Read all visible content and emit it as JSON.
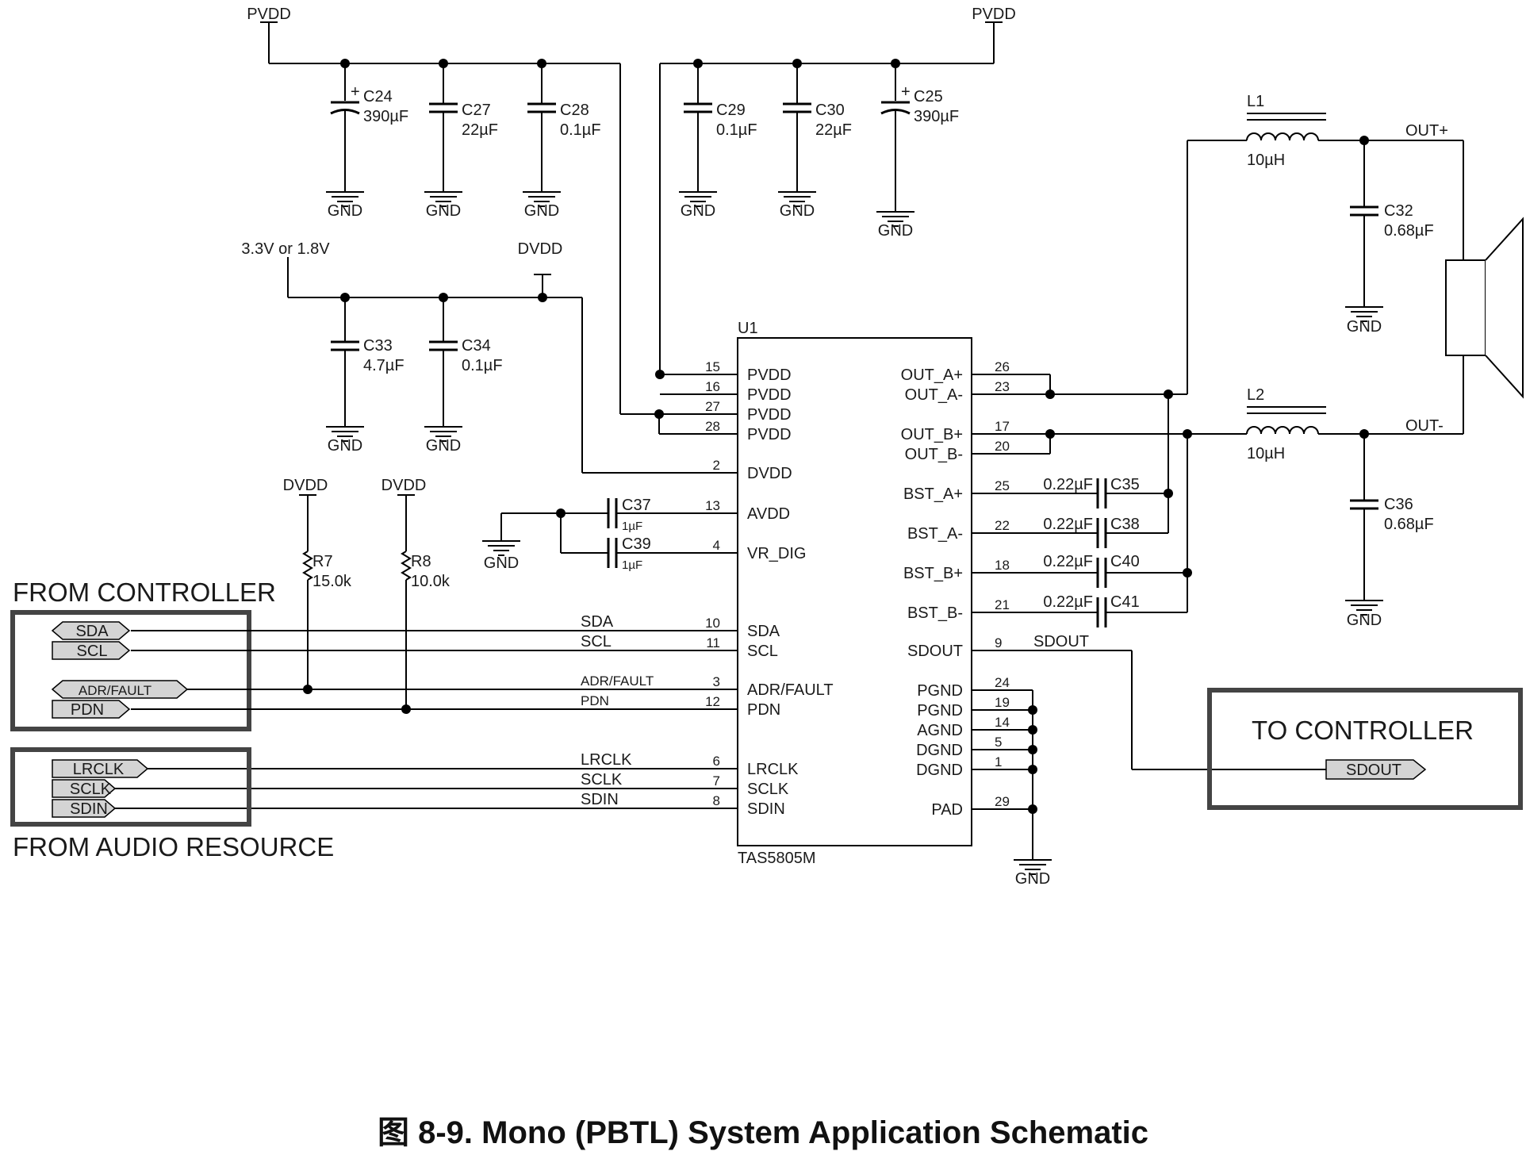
{
  "caption": "图 8-9. Mono (PBTL) System Application Schematic",
  "ic": {
    "ref": "U1",
    "part": "TAS5805M",
    "left_pins": [
      {
        "num": "15",
        "name": "PVDD"
      },
      {
        "num": "16",
        "name": "PVDD"
      },
      {
        "num": "27",
        "name": "PVDD"
      },
      {
        "num": "28",
        "name": "PVDD"
      },
      {
        "num": "2",
        "name": "DVDD"
      },
      {
        "num": "13",
        "name": "AVDD"
      },
      {
        "num": "4",
        "name": "VR_DIG"
      },
      {
        "num": "10",
        "name": "SDA"
      },
      {
        "num": "11",
        "name": "SCL"
      },
      {
        "num": "3",
        "name": "ADR/FAULT"
      },
      {
        "num": "12",
        "name": "PDN"
      },
      {
        "num": "6",
        "name": "LRCLK"
      },
      {
        "num": "7",
        "name": "SCLK"
      },
      {
        "num": "8",
        "name": "SDIN"
      }
    ],
    "right_pins": [
      {
        "num": "26",
        "name": "OUT_A+"
      },
      {
        "num": "23",
        "name": "OUT_A-"
      },
      {
        "num": "17",
        "name": "OUT_B+"
      },
      {
        "num": "20",
        "name": "OUT_B-"
      },
      {
        "num": "25",
        "name": "BST_A+"
      },
      {
        "num": "22",
        "name": "BST_A-"
      },
      {
        "num": "18",
        "name": "BST_B+"
      },
      {
        "num": "21",
        "name": "BST_B-"
      },
      {
        "num": "9",
        "name": "SDOUT"
      },
      {
        "num": "24",
        "name": "PGND"
      },
      {
        "num": "19",
        "name": "PGND"
      },
      {
        "num": "14",
        "name": "AGND"
      },
      {
        "num": "5",
        "name": "DGND"
      },
      {
        "num": "1",
        "name": "DGND"
      },
      {
        "num": "29",
        "name": "PAD"
      }
    ]
  },
  "nets": {
    "pvdd": "PVDD",
    "dvdd": "DVDD",
    "gnd": "GND",
    "logic_supply": "3.3V or 1.8V",
    "out_plus": "OUT+",
    "out_minus": "OUT-",
    "sda": "SDA",
    "scl": "SCL",
    "adr_fault": "ADR/FAULT",
    "pdn": "PDN",
    "lrclk": "LRCLK",
    "sclk": "SCLK",
    "sdin": "SDIN",
    "sdout": "SDOUT"
  },
  "components": {
    "c24": {
      "ref": "C24",
      "value": "390µF"
    },
    "c27": {
      "ref": "C27",
      "value": "22µF"
    },
    "c28": {
      "ref": "C28",
      "value": "0.1µF"
    },
    "c29": {
      "ref": "C29",
      "value": "0.1µF"
    },
    "c30": {
      "ref": "C30",
      "value": "22µF"
    },
    "c25": {
      "ref": "C25",
      "value": "390µF"
    },
    "c33": {
      "ref": "C33",
      "value": "4.7µF"
    },
    "c34": {
      "ref": "C34",
      "value": "0.1µF"
    },
    "c37": {
      "ref": "C37",
      "value": "1µF"
    },
    "c39": {
      "ref": "C39",
      "value": "1µF"
    },
    "c35": {
      "ref": "C35",
      "value": "0.22µF"
    },
    "c38": {
      "ref": "C38",
      "value": "0.22µF"
    },
    "c40": {
      "ref": "C40",
      "value": "0.22µF"
    },
    "c41": {
      "ref": "C41",
      "value": "0.22µF"
    },
    "c32": {
      "ref": "C32",
      "value": "0.68µF"
    },
    "c36": {
      "ref": "C36",
      "value": "0.68µF"
    },
    "l1": {
      "ref": "L1",
      "value": "10µH"
    },
    "l2": {
      "ref": "L2",
      "value": "10µH"
    },
    "r7": {
      "ref": "R7",
      "value": "15.0k"
    },
    "r8": {
      "ref": "R8",
      "value": "10.0k"
    }
  },
  "blocks": {
    "from_controller": "FROM CONTROLLER",
    "from_audio": "FROM AUDIO RESOURCE",
    "to_controller": "TO CONTROLLER"
  }
}
